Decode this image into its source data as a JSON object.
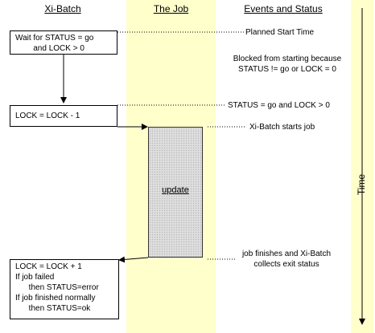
{
  "headers": {
    "xibatch": "Xi-Batch",
    "job": "The Job",
    "events": "Events and Status"
  },
  "boxes": {
    "wait": "Wait for STATUS = go\n        and LOCK > 0",
    "lock_dec": "LOCK = LOCK - 1",
    "lock_inc": "LOCK = LOCK + 1\nIf job failed\n      then STATUS=error\nIf job finished normally\n      then STATUS=ok"
  },
  "job": {
    "label": "update"
  },
  "events": {
    "planned": "Planned Start Time",
    "blocked": "Blocked from starting because\nSTATUS != go or LOCK = 0",
    "status_go": "STATUS = go and LOCK > 0",
    "starts": "Xi-Batch starts job",
    "finishes": "job finishes and Xi-Batch\ncollects exit status"
  },
  "time_axis": {
    "label": "Time"
  },
  "colors": {
    "band": "#ffffcc",
    "line": "#000000",
    "dotted": "#000000",
    "job_fill": "#d9d9d9"
  }
}
